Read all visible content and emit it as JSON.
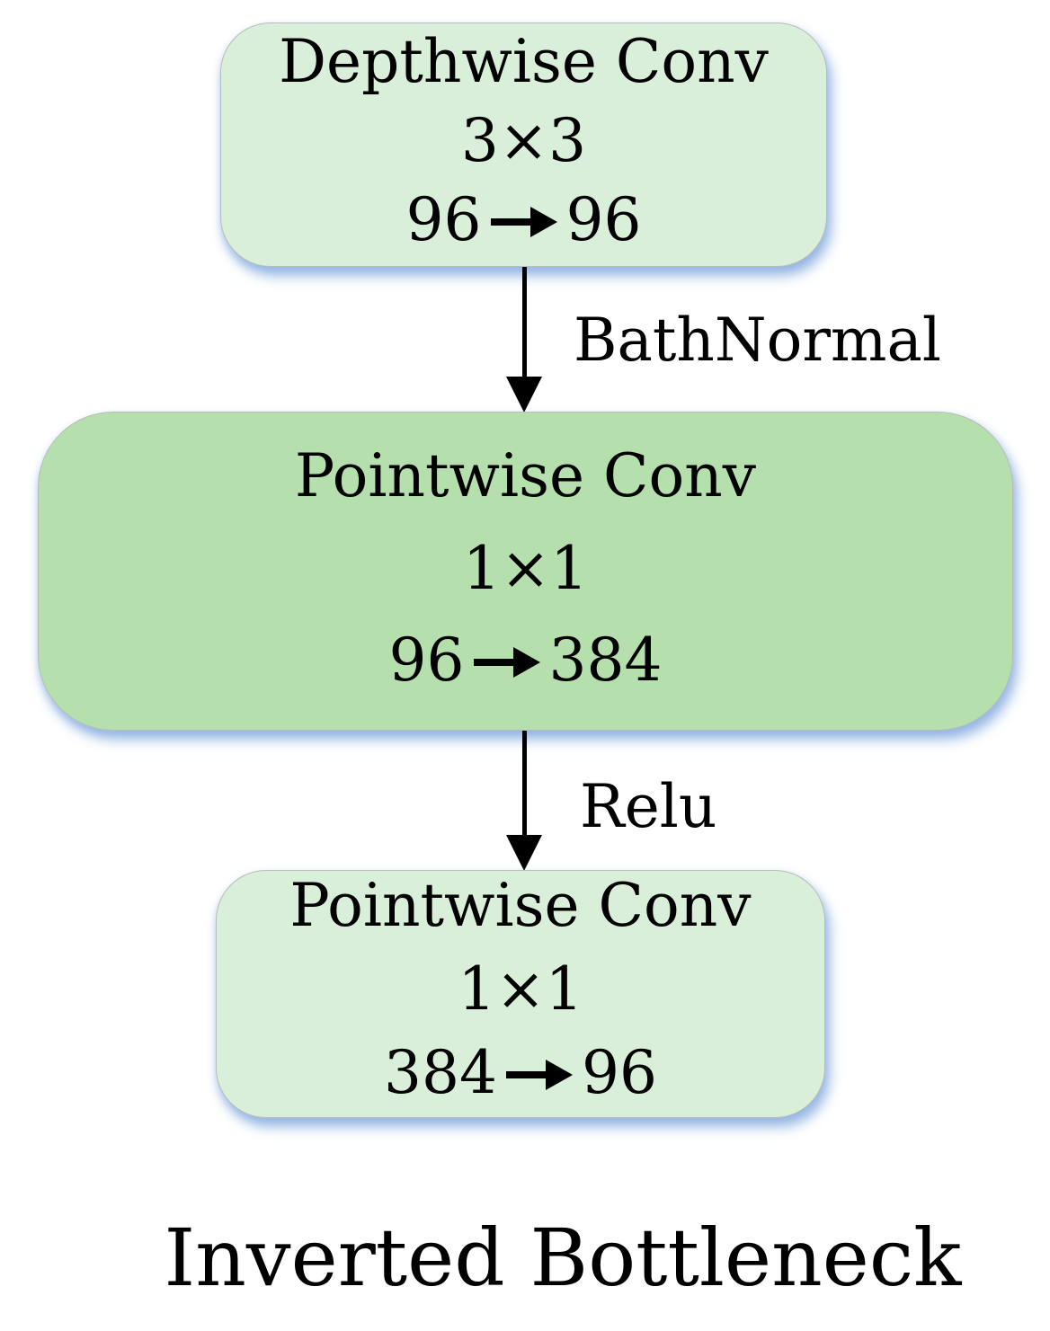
{
  "diagram": {
    "caption": "Inverted Bottleneck",
    "boxes": [
      {
        "title": "Depthwise Conv",
        "kernel": "3×3",
        "channels_in": "96",
        "channels_out": "96"
      },
      {
        "title": "Pointwise Conv",
        "kernel": "1×1",
        "channels_in": "96",
        "channels_out": "384"
      },
      {
        "title": "Pointwise Conv",
        "kernel": "1×1",
        "channels_in": "384",
        "channels_out": "96"
      }
    ],
    "arrow_labels": [
      "BathNormal",
      "Relu"
    ],
    "icons": {
      "channel_arrow": "right-arrow-icon",
      "flow_arrow": "down-arrow-icon"
    },
    "colors": {
      "box_light": "#daefd9",
      "box_medium": "#b5dfad",
      "shadow_glow": "#8cafe1",
      "arrow": "#000000",
      "text": "#000000",
      "background": "#ffffff"
    }
  }
}
